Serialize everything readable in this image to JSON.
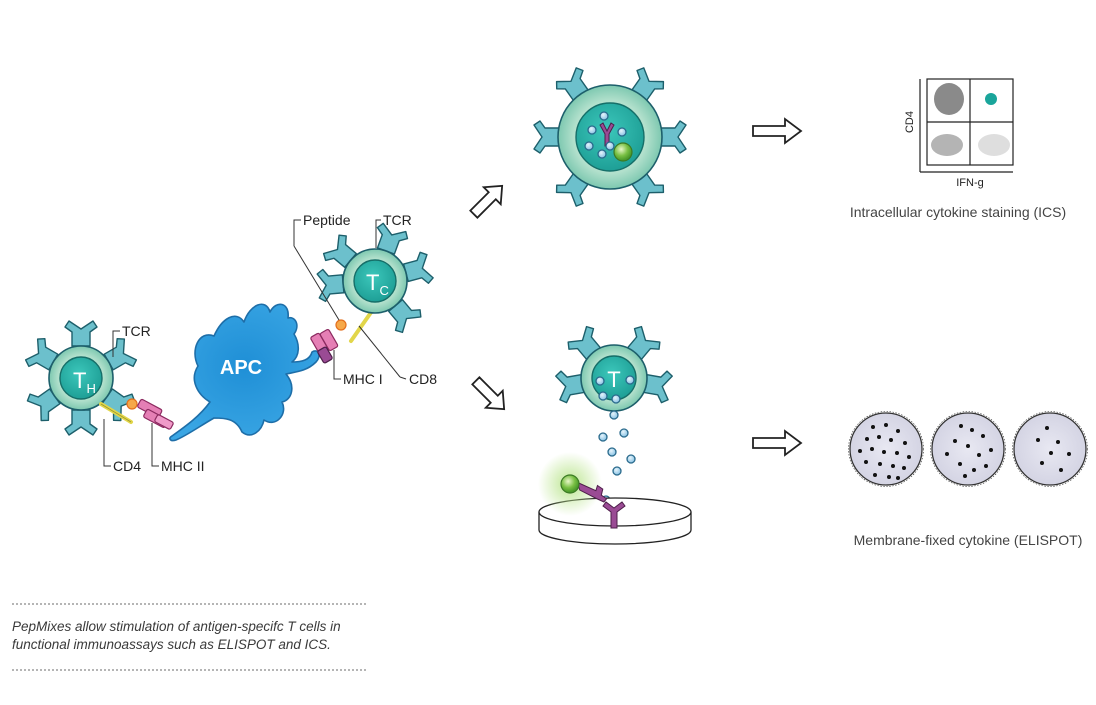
{
  "labels": {
    "th_main": "T",
    "th_sub": "H",
    "tc_main": "T",
    "tc_sub": "C",
    "apc": "APC",
    "t_cell": "T",
    "tcr_left": "TCR",
    "tcr_right": "TCR",
    "peptide": "Peptide",
    "cd4": "CD4",
    "mhc2": "MHC II",
    "mhc1": "MHC I",
    "cd8": "CD8"
  },
  "ics_plot": {
    "ylabel": "CD4",
    "xlabel": "IFN-g"
  },
  "methods": {
    "ics": "Intracellular cytokine staining (ICS)",
    "elispot": "Membrane-fixed cytokine (ELISPOT)"
  },
  "caption": {
    "line1": "PepMixes allow stimulation of antigen-specifc T cells in",
    "line2": "functional immunoassays such as ELISPOT and ICS."
  },
  "colors": {
    "receptor_teal": "#6cc0cc",
    "cell_outer": "#b5e2cf",
    "cell_nucleus": "#2fb7ac",
    "apc_blue": "#3fa9e0",
    "mhc_pink": "#e57fb5",
    "mhc_purple": "#9a4b94",
    "cd_yellow": "#e2d64a",
    "peptide_orange": "#f6a849",
    "green_glow": "#7ac143"
  }
}
